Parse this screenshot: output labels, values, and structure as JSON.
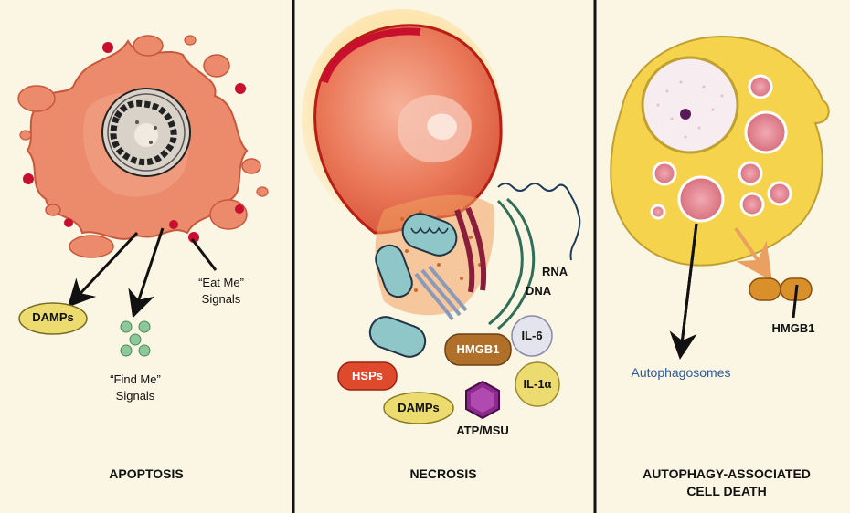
{
  "panels": {
    "apoptosis": {
      "caption": "APOPTOSIS",
      "damps": "DAMPs",
      "find_me_1": "“Find Me”",
      "find_me_2": "Signals",
      "eat_me_1": "“Eat Me”",
      "eat_me_2": "Signals"
    },
    "necrosis": {
      "caption": "NECROSIS",
      "rna": "RNA",
      "dna": "DNA",
      "il6": "IL-6",
      "hmgb1": "HMGB1",
      "hsps": "HSPs",
      "il1a": "IL-1α",
      "damps": "DAMPs",
      "atp_msu": "ATP/MSU"
    },
    "autophagy": {
      "caption_1": "AUTOPHAGY-ASSOCIATED",
      "caption_2": "CELL DEATH",
      "hmgb1": "HMGB1",
      "autophagosomes": "Autophagosomes"
    }
  },
  "colors": {
    "background": "#fbf6e4",
    "divider": "#111111",
    "apoptotic_cell": "#ec8a6c",
    "necrotic_cell": "#e04a2c",
    "autophagic_cell": "#f6d34c",
    "autophagosomes_text": "#2a5a9a",
    "hmgb1_pill": "#b0702a",
    "hsps_pill": "#e04a2c",
    "damps_pill": "#ecdc70"
  }
}
